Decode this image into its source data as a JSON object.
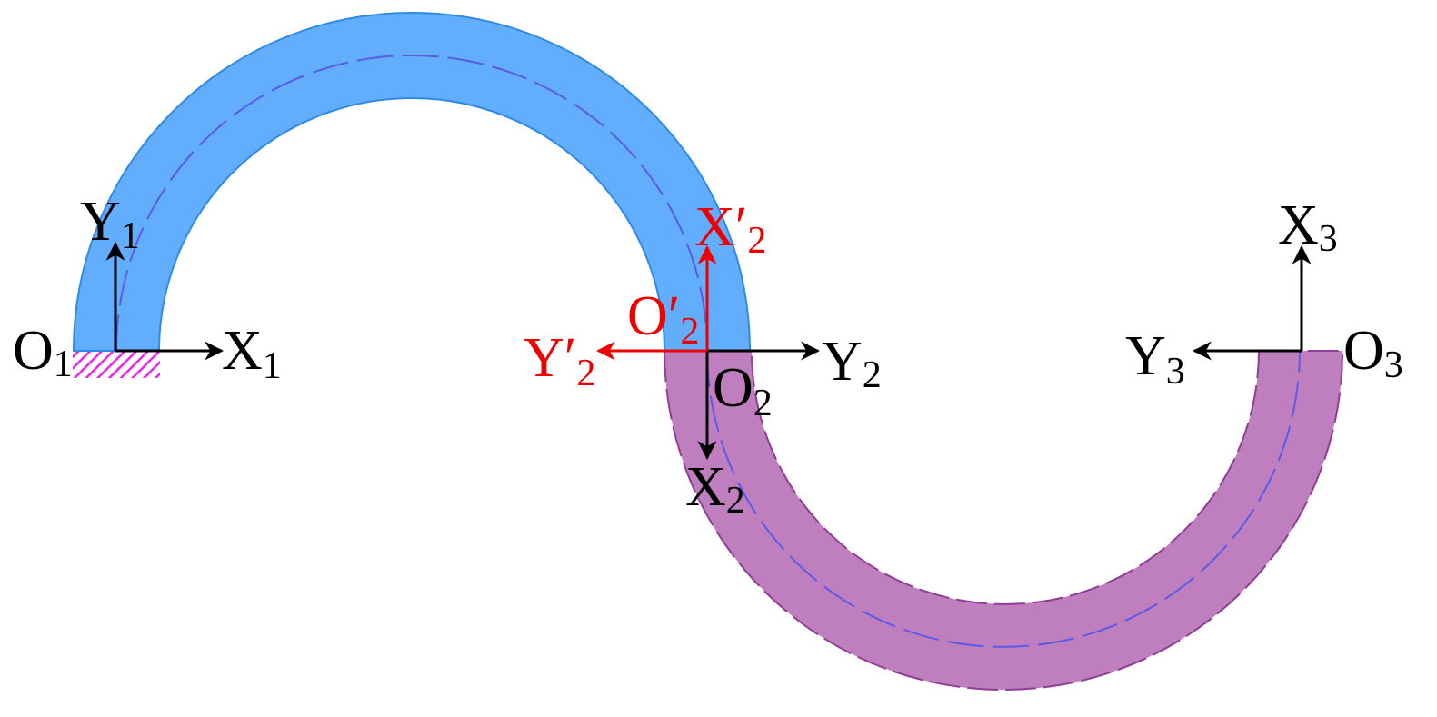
{
  "colors": {
    "arc_upper_fill": "#62aefc",
    "arc_upper_edge": "#2f8ae6",
    "arc_lower_fill": "#bf7fbf",
    "arc_lower_edge": "#8e3e94",
    "centerline": "#5a5ae6",
    "hatch": "#ee22ee",
    "axis_black": "#000000",
    "axis_red": "#ee0000"
  },
  "labels": {
    "o1": {
      "main": "O",
      "sub": "1"
    },
    "x1": {
      "main": "X",
      "sub": "1"
    },
    "y1": {
      "main": "Y",
      "sub": "1"
    },
    "o2": {
      "main": "O",
      "sub": "2"
    },
    "x2": {
      "main": "X",
      "sub": "2"
    },
    "y2": {
      "main": "Y",
      "sub": "2"
    },
    "o2p": {
      "main": "O′",
      "sub": "2"
    },
    "x2p": {
      "main": "X′",
      "sub": "2"
    },
    "y2p": {
      "main": "Y′",
      "sub": "2"
    },
    "o3": {
      "main": "O",
      "sub": "3"
    },
    "x3": {
      "main": "X",
      "sub": "3"
    },
    "y3": {
      "main": "Y",
      "sub": "3"
    }
  }
}
